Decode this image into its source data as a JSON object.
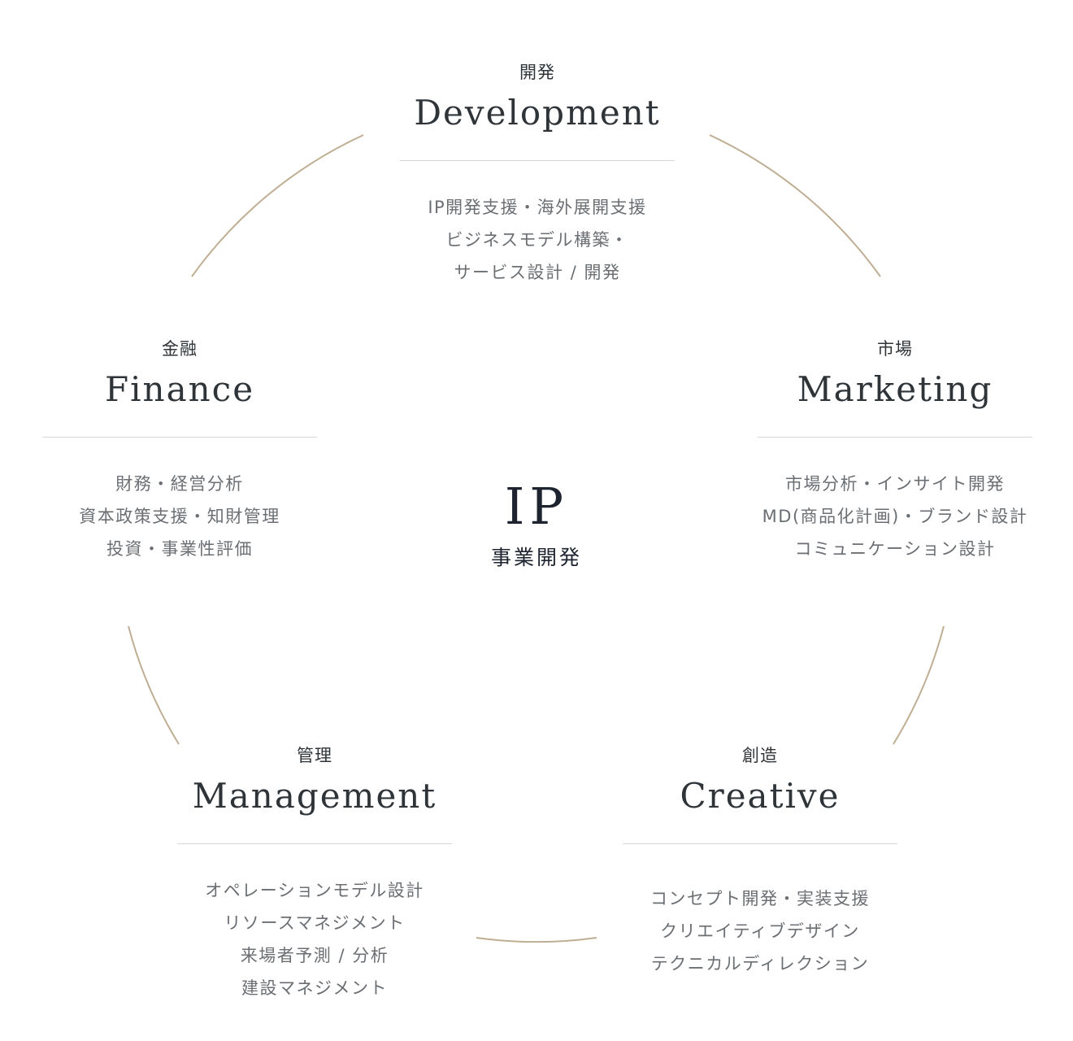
{
  "center": {
    "title": "IP",
    "subtitle": "事業開発"
  },
  "nodes": {
    "development": {
      "jp": "開発",
      "en": "Development",
      "items": [
        "IP開発支援・海外展開支援",
        "ビジネスモデル構築・",
        "サービス設計 / 開発"
      ]
    },
    "marketing": {
      "jp": "市場",
      "en": "Marketing",
      "items": [
        "市場分析・インサイト開発",
        "MD(商品化計画)・ブランド設計",
        "コミュニケーション設計"
      ]
    },
    "creative": {
      "jp": "創造",
      "en": "Creative",
      "items": [
        "コンセプト開発・実装支援",
        "クリエイティブデザイン",
        "テクニカルディレクション"
      ]
    },
    "management": {
      "jp": "管理",
      "en": "Management",
      "items": [
        "オペレーションモデル設計",
        "リソースマネジメント",
        "来場者予測 / 分析",
        "建設マネジメント"
      ]
    },
    "finance": {
      "jp": "金融",
      "en": "Finance",
      "items": [
        "財務・経営分析",
        "資本政策支援・知財管理",
        "投資・事業性評価"
      ]
    }
  },
  "colors": {
    "arc": "#bfae93",
    "heading": "#2f3438",
    "body": "#6b6f73",
    "divider": "#d8d8d8",
    "center": "#1d2430"
  }
}
